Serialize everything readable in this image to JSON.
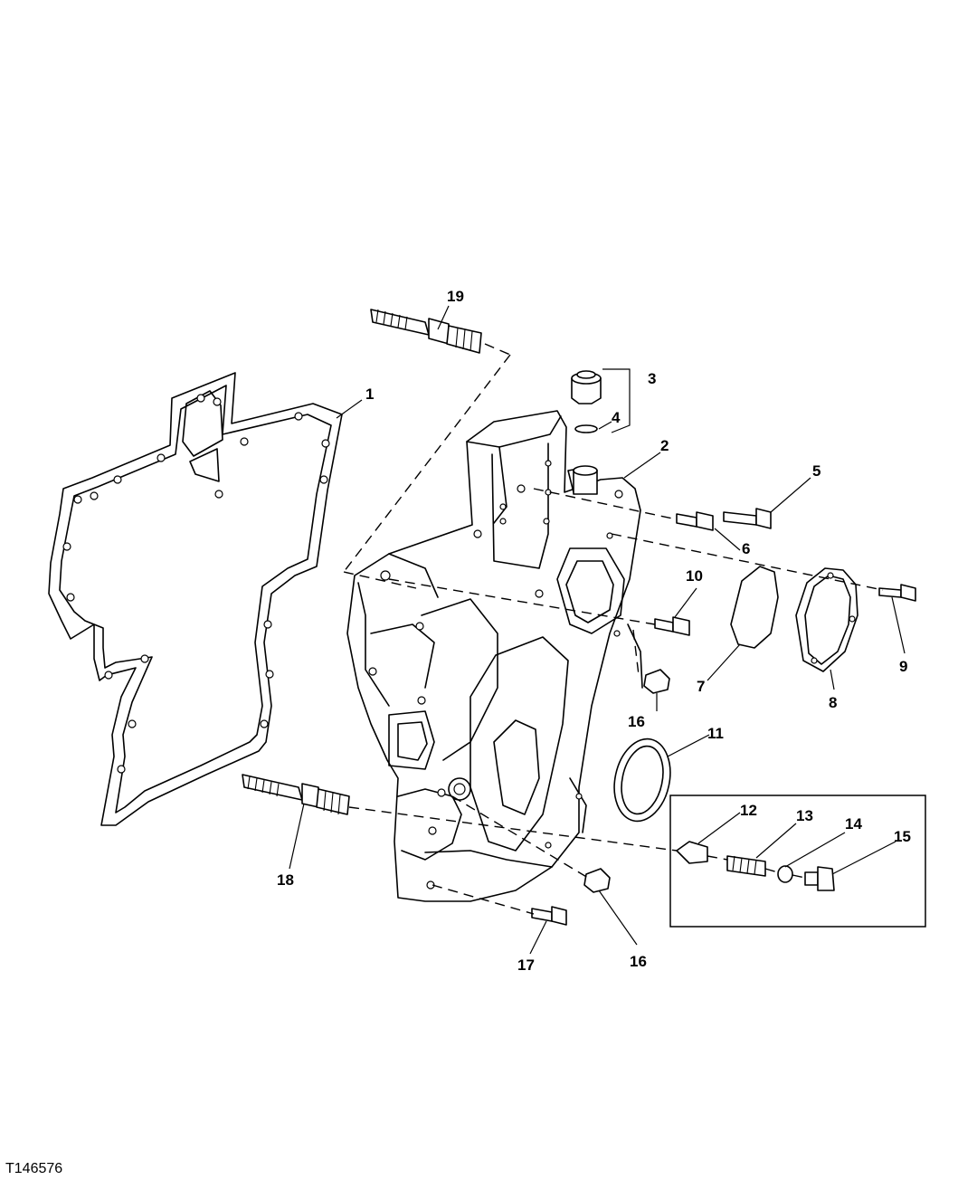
{
  "figure_id": "T146576",
  "callouts": {
    "c1": "1",
    "c2": "2",
    "c3": "3",
    "c4": "4",
    "c5": "5",
    "c6": "6",
    "c7": "7",
    "c8": "8",
    "c9": "9",
    "c10": "10",
    "c11": "11",
    "c12": "12",
    "c13": "13",
    "c14": "14",
    "c15": "15",
    "c16a": "16",
    "c16b": "16",
    "c17": "17",
    "c18": "18",
    "c19": "19"
  }
}
